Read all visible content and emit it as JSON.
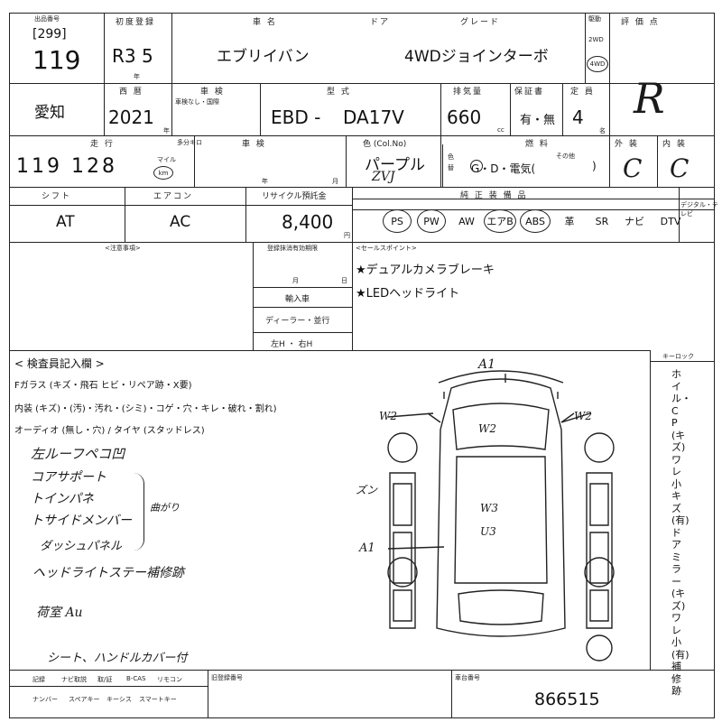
{
  "header": {
    "venue_label": "出品番号",
    "lot_bracket": "[299]",
    "lot_number": "119",
    "first_reg_label": "初度登録",
    "first_reg": "R3 5",
    "year_unit": "年",
    "model_label": "車 名",
    "door_label": "ドア",
    "grade_label": "グレード",
    "car_name": "エブリイバン",
    "grade": "4WDジョインターボ",
    "drive_label": "駆動",
    "drive_2wd": "2WD",
    "drive_4wd": "4WD",
    "score_label": "評 価 点",
    "score": "R"
  },
  "row2": {
    "region": "愛知",
    "year_label": "西 暦",
    "year": "2021",
    "year_suffix": "年",
    "inspection_label": "車 検",
    "inspection_note": "車検なし・国際",
    "type_label": "型 式",
    "type_prefix": "EBD -",
    "type_code": "DA17V",
    "displacement_label": "排気量",
    "displacement": "660",
    "cc_unit": "cc",
    "warranty_label": "保証書",
    "warranty": "有・無",
    "capacity_label": "定 員",
    "capacity": "4",
    "capacity_unit": "名"
  },
  "row3": {
    "mileage_label": "走 行",
    "mileage_note": "多分キロ",
    "mileage": "119 128",
    "mile_unit": "マイル",
    "km_unit": "km",
    "shaken_label": "車 検",
    "year_unit": "年",
    "month_unit": "月",
    "color_label": "色 (Col.No)",
    "color": "パープル",
    "color_code": "ZVJ",
    "color_change_label": "色替",
    "fuel_label": "燃 料",
    "fuel_other": "その他",
    "fuel_options": "G・D・電気(",
    "fuel_close": ")",
    "exterior_label": "外 装",
    "exterior": "C",
    "interior_label": "内 装",
    "interior": "C"
  },
  "row4": {
    "shift_label": "シフト",
    "shift": "AT",
    "ac_label": "エアコン",
    "ac": "AC",
    "recycle_label": "リサイクル預託金",
    "recycle": "8,400",
    "yen_unit": "円",
    "equipment_label": "純 正 装 備 品",
    "equipment": [
      "PS",
      "PW",
      "AW",
      "エアB",
      "ABS",
      "革",
      "SR",
      "ナビ",
      "DTV"
    ],
    "circled": [
      "PS",
      "PW",
      "エアB",
      "ABS"
    ],
    "dtv_label": "デジタル・テレビ"
  },
  "notes": {
    "caution_label": "<注意事項>",
    "import_label": "登録抹消有効期限",
    "month_unit": "月",
    "day_unit": "日",
    "import_car_label": "輸入車",
    "dealer": "ディーラー・並行",
    "hand_drive": "左H ・ 右H",
    "sales_points_label": "<セールスポイント>",
    "sales_points": [
      "★デュアルカメラブレーキ",
      "★LEDヘッドライト"
    ]
  },
  "inspector": {
    "title": "< 検査員記入欄 >",
    "line1": "Fガラス (キズ・飛石 ヒビ・リペア跡・X要)",
    "line2": "内装 (キズ)・(汚)・汚れ・(シミ)・コゲ・穴・キレ・破れ・割れ)",
    "line3": "オーディオ (無し・穴) / タイヤ (スタッドレス)",
    "handwritten": [
      "左ルーフペコ凹",
      "コアサポート",
      "トインパネ",
      "トサイドメンバー",
      "ダッシュパネル",
      "ヘッドライトステー補修跡",
      "荷室 Aи",
      "シート、ハンドルカバー付"
    ],
    "bracket_note": "曲がり"
  },
  "diagram": {
    "marks": [
      "A1",
      "W2",
      "W2",
      "W2",
      "W3",
      "U3",
      "ズン",
      "A1"
    ],
    "key_label": "キーロック",
    "side_text": "ホイル・CP(キズ)ワレ 小キズ(有)ドアミラー(キズ)ワレ 小(有) 補修跡"
  },
  "footer": {
    "labels_row1": [
      "記録",
      "ナビ取説",
      "取/証",
      "B-CAS",
      "リモコン"
    ],
    "labels_row2": [
      "ナンバー",
      "スペアキー",
      "キーシス",
      "スマートキー"
    ],
    "vin_label": "車台番号",
    "vin": "866515",
    "old_reg_label": "旧登録番号"
  }
}
